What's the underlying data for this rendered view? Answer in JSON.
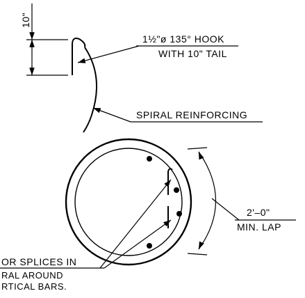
{
  "dimension_top": "10\"",
  "hook_label": {
    "line1": "1½\"ø  135° HOOK",
    "line2": "WITH 10\" TAIL"
  },
  "spiral_label": "SPIRAL REINFORCING",
  "lap_label": {
    "line1": "2'–0\"",
    "line2": "MIN. LAP"
  },
  "note_label": {
    "line1": "OR SPLICES IN",
    "line2": "RAL AROUND",
    "line3": "RTICAL BARS."
  }
}
